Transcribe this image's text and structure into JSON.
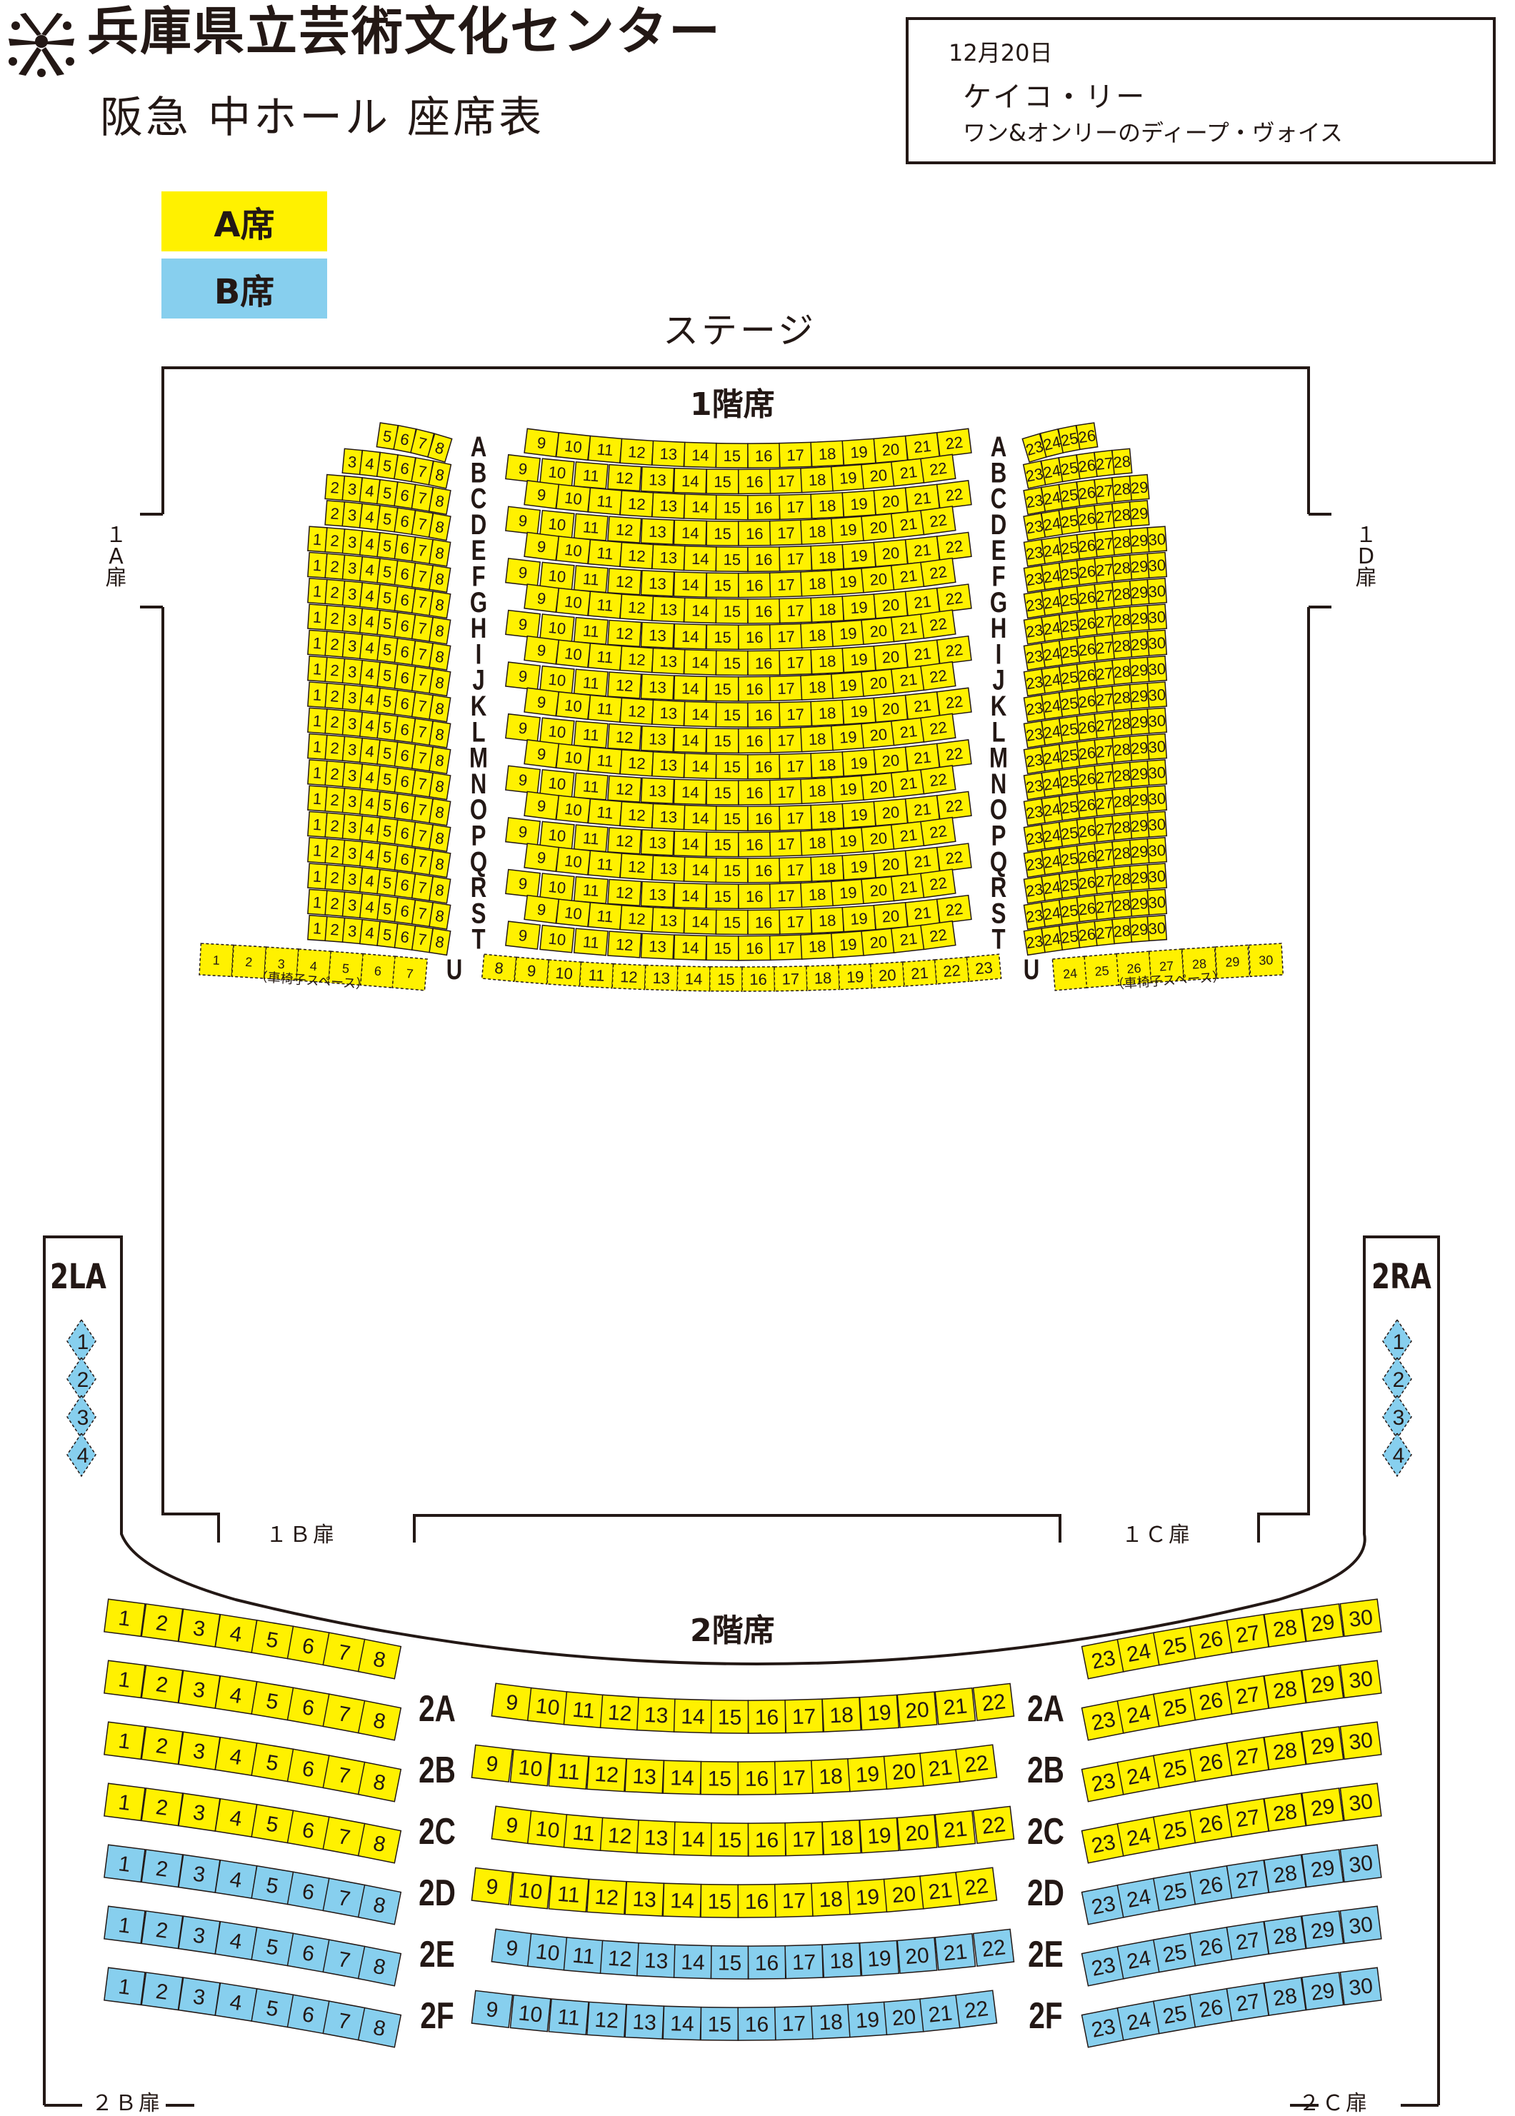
{
  "header": {
    "venue": "兵庫県立芸術文化センター",
    "hall": "阪急 中ホール 座席表"
  },
  "event": {
    "date": "12月20日",
    "artist": "ケイコ・リー",
    "subtitle": "ワン&オンリーのディープ・ヴォイス"
  },
  "legend": {
    "a_seat": "A席",
    "b_seat": "B席",
    "a_color": "#fff100",
    "b_color": "#87cfee"
  },
  "stage": "ステージ",
  "floor1": {
    "title": "1階席",
    "rows": [
      {
        "label": "A",
        "left": [
          "5",
          "6",
          "7",
          "8"
        ],
        "center": [
          "9",
          "10",
          "11",
          "12",
          "13",
          "14",
          "15",
          "16",
          "17",
          "18",
          "19",
          "20",
          "21",
          "22"
        ],
        "right": [
          "23",
          "24",
          "25",
          "26"
        ],
        "cls": "A"
      },
      {
        "label": "B",
        "left": [
          "3",
          "4",
          "5",
          "6",
          "7",
          "8"
        ],
        "center": [
          "9",
          "10",
          "11",
          "12",
          "13",
          "14",
          "15",
          "16",
          "17",
          "18",
          "19",
          "20",
          "21",
          "22"
        ],
        "right": [
          "23",
          "24",
          "25",
          "26",
          "27",
          "28"
        ],
        "cls": "A"
      },
      {
        "label": "C",
        "left": [
          "2",
          "3",
          "4",
          "5",
          "6",
          "7",
          "8"
        ],
        "center": [
          "9",
          "10",
          "11",
          "12",
          "13",
          "14",
          "15",
          "16",
          "17",
          "18",
          "19",
          "20",
          "21",
          "22"
        ],
        "right": [
          "23",
          "24",
          "25",
          "26",
          "27",
          "28",
          "29"
        ],
        "cls": "A"
      },
      {
        "label": "D",
        "left": [
          "2",
          "3",
          "4",
          "5",
          "6",
          "7",
          "8"
        ],
        "center": [
          "9",
          "10",
          "11",
          "12",
          "13",
          "14",
          "15",
          "16",
          "17",
          "18",
          "19",
          "20",
          "21",
          "22"
        ],
        "right": [
          "23",
          "24",
          "25",
          "26",
          "27",
          "28",
          "29"
        ],
        "cls": "A"
      },
      {
        "label": "E",
        "left": [
          "1",
          "2",
          "3",
          "4",
          "5",
          "6",
          "7",
          "8"
        ],
        "center": [
          "9",
          "10",
          "11",
          "12",
          "13",
          "14",
          "15",
          "16",
          "17",
          "18",
          "19",
          "20",
          "21",
          "22"
        ],
        "right": [
          "23",
          "24",
          "25",
          "26",
          "27",
          "28",
          "29",
          "30"
        ],
        "cls": "A"
      },
      {
        "label": "F",
        "left": [
          "1",
          "2",
          "3",
          "4",
          "5",
          "6",
          "7",
          "8"
        ],
        "center": [
          "9",
          "10",
          "11",
          "12",
          "13",
          "14",
          "15",
          "16",
          "17",
          "18",
          "19",
          "20",
          "21",
          "22"
        ],
        "right": [
          "23",
          "24",
          "25",
          "26",
          "27",
          "28",
          "29",
          "30"
        ],
        "cls": "A"
      },
      {
        "label": "G",
        "left": [
          "1",
          "2",
          "3",
          "4",
          "5",
          "6",
          "7",
          "8"
        ],
        "center": [
          "9",
          "10",
          "11",
          "12",
          "13",
          "14",
          "15",
          "16",
          "17",
          "18",
          "19",
          "20",
          "21",
          "22"
        ],
        "right": [
          "23",
          "24",
          "25",
          "26",
          "27",
          "28",
          "29",
          "30"
        ],
        "cls": "A"
      },
      {
        "label": "H",
        "left": [
          "1",
          "2",
          "3",
          "4",
          "5",
          "6",
          "7",
          "8"
        ],
        "center": [
          "9",
          "10",
          "11",
          "12",
          "13",
          "14",
          "15",
          "16",
          "17",
          "18",
          "19",
          "20",
          "21",
          "22"
        ],
        "right": [
          "23",
          "24",
          "25",
          "26",
          "27",
          "28",
          "29",
          "30"
        ],
        "cls": "A"
      },
      {
        "label": "I",
        "left": [
          "1",
          "2",
          "3",
          "4",
          "5",
          "6",
          "7",
          "8"
        ],
        "center": [
          "9",
          "10",
          "11",
          "12",
          "13",
          "14",
          "15",
          "16",
          "17",
          "18",
          "19",
          "20",
          "21",
          "22"
        ],
        "right": [
          "23",
          "24",
          "25",
          "26",
          "27",
          "28",
          "29",
          "30"
        ],
        "cls": "A"
      },
      {
        "label": "J",
        "left": [
          "1",
          "2",
          "3",
          "4",
          "5",
          "6",
          "7",
          "8"
        ],
        "center": [
          "9",
          "10",
          "11",
          "12",
          "13",
          "14",
          "15",
          "16",
          "17",
          "18",
          "19",
          "20",
          "21",
          "22"
        ],
        "right": [
          "23",
          "24",
          "25",
          "26",
          "27",
          "28",
          "29",
          "30"
        ],
        "cls": "A"
      },
      {
        "label": "K",
        "left": [
          "1",
          "2",
          "3",
          "4",
          "5",
          "6",
          "7",
          "8"
        ],
        "center": [
          "9",
          "10",
          "11",
          "12",
          "13",
          "14",
          "15",
          "16",
          "17",
          "18",
          "19",
          "20",
          "21",
          "22"
        ],
        "right": [
          "23",
          "24",
          "25",
          "26",
          "27",
          "28",
          "29",
          "30"
        ],
        "cls": "A"
      },
      {
        "label": "L",
        "left": [
          "1",
          "2",
          "3",
          "4",
          "5",
          "6",
          "7",
          "8"
        ],
        "center": [
          "9",
          "10",
          "11",
          "12",
          "13",
          "14",
          "15",
          "16",
          "17",
          "18",
          "19",
          "20",
          "21",
          "22"
        ],
        "right": [
          "23",
          "24",
          "25",
          "26",
          "27",
          "28",
          "29",
          "30"
        ],
        "cls": "A"
      },
      {
        "label": "M",
        "left": [
          "1",
          "2",
          "3",
          "4",
          "5",
          "6",
          "7",
          "8"
        ],
        "center": [
          "9",
          "10",
          "11",
          "12",
          "13",
          "14",
          "15",
          "16",
          "17",
          "18",
          "19",
          "20",
          "21",
          "22"
        ],
        "right": [
          "23",
          "24",
          "25",
          "26",
          "27",
          "28",
          "29",
          "30"
        ],
        "cls": "A"
      },
      {
        "label": "N",
        "left": [
          "1",
          "2",
          "3",
          "4",
          "5",
          "6",
          "7",
          "8"
        ],
        "center": [
          "9",
          "10",
          "11",
          "12",
          "13",
          "14",
          "15",
          "16",
          "17",
          "18",
          "19",
          "20",
          "21",
          "22"
        ],
        "right": [
          "23",
          "24",
          "25",
          "26",
          "27",
          "28",
          "29",
          "30"
        ],
        "cls": "A"
      },
      {
        "label": "O",
        "left": [
          "1",
          "2",
          "3",
          "4",
          "5",
          "6",
          "7",
          "8"
        ],
        "center": [
          "9",
          "10",
          "11",
          "12",
          "13",
          "14",
          "15",
          "16",
          "17",
          "18",
          "19",
          "20",
          "21",
          "22"
        ],
        "right": [
          "23",
          "24",
          "25",
          "26",
          "27",
          "28",
          "29",
          "30"
        ],
        "cls": "A"
      },
      {
        "label": "P",
        "left": [
          "1",
          "2",
          "3",
          "4",
          "5",
          "6",
          "7",
          "8"
        ],
        "center": [
          "9",
          "10",
          "11",
          "12",
          "13",
          "14",
          "15",
          "16",
          "17",
          "18",
          "19",
          "20",
          "21",
          "22"
        ],
        "right": [
          "23",
          "24",
          "25",
          "26",
          "27",
          "28",
          "29",
          "30"
        ],
        "cls": "A"
      },
      {
        "label": "Q",
        "left": [
          "1",
          "2",
          "3",
          "4",
          "5",
          "6",
          "7",
          "8"
        ],
        "center": [
          "9",
          "10",
          "11",
          "12",
          "13",
          "14",
          "15",
          "16",
          "17",
          "18",
          "19",
          "20",
          "21",
          "22"
        ],
        "right": [
          "23",
          "24",
          "25",
          "26",
          "27",
          "28",
          "29",
          "30"
        ],
        "cls": "A"
      },
      {
        "label": "R",
        "left": [
          "1",
          "2",
          "3",
          "4",
          "5",
          "6",
          "7",
          "8"
        ],
        "center": [
          "9",
          "10",
          "11",
          "12",
          "13",
          "14",
          "15",
          "16",
          "17",
          "18",
          "19",
          "20",
          "21",
          "22"
        ],
        "right": [
          "23",
          "24",
          "25",
          "26",
          "27",
          "28",
          "29",
          "30"
        ],
        "cls": "A"
      },
      {
        "label": "S",
        "left": [
          "1",
          "2",
          "3",
          "4",
          "5",
          "6",
          "7",
          "8"
        ],
        "center": [
          "9",
          "10",
          "11",
          "12",
          "13",
          "14",
          "15",
          "16",
          "17",
          "18",
          "19",
          "20",
          "21",
          "22"
        ],
        "right": [
          "23",
          "24",
          "25",
          "26",
          "27",
          "28",
          "29",
          "30"
        ],
        "cls": "A"
      },
      {
        "label": "T",
        "left": [
          "1",
          "2",
          "3",
          "4",
          "5",
          "6",
          "7",
          "8"
        ],
        "center": [
          "9",
          "10",
          "11",
          "12",
          "13",
          "14",
          "15",
          "16",
          "17",
          "18",
          "19",
          "20",
          "21",
          "22"
        ],
        "right": [
          "23",
          "24",
          "25",
          "26",
          "27",
          "28",
          "29",
          "30"
        ],
        "cls": "A"
      }
    ],
    "row_u": {
      "label": "U",
      "left": [
        "1",
        "2",
        "3",
        "4",
        "5",
        "6",
        "7"
      ],
      "center": [
        "8",
        "9",
        "10",
        "11",
        "12",
        "13",
        "14",
        "15",
        "16",
        "17",
        "18",
        "19",
        "20",
        "21",
        "22",
        "23"
      ],
      "right": [
        "24",
        "25",
        "26",
        "27",
        "28",
        "29",
        "30"
      ],
      "wheelchair_note": "（車椅子スペース）"
    }
  },
  "floor2": {
    "title": "2階席",
    "rows": [
      {
        "label": "",
        "left": [
          "1",
          "2",
          "3",
          "4",
          "5",
          "6",
          "7",
          "8"
        ],
        "center": [],
        "right": [
          "23",
          "24",
          "25",
          "26",
          "27",
          "28",
          "29",
          "30"
        ],
        "cls": "A"
      },
      {
        "label": "2A",
        "left": [
          "1",
          "2",
          "3",
          "4",
          "5",
          "6",
          "7",
          "8"
        ],
        "center": [
          "9",
          "10",
          "11",
          "12",
          "13",
          "14",
          "15",
          "16",
          "17",
          "18",
          "19",
          "20",
          "21",
          "22"
        ],
        "right": [
          "23",
          "24",
          "25",
          "26",
          "27",
          "28",
          "29",
          "30"
        ],
        "cls": "A"
      },
      {
        "label": "2B",
        "left": [
          "1",
          "2",
          "3",
          "4",
          "5",
          "6",
          "7",
          "8"
        ],
        "center": [
          "9",
          "10",
          "11",
          "12",
          "13",
          "14",
          "15",
          "16",
          "17",
          "18",
          "19",
          "20",
          "21",
          "22"
        ],
        "right": [
          "23",
          "24",
          "25",
          "26",
          "27",
          "28",
          "29",
          "30"
        ],
        "cls": "A"
      },
      {
        "label": "2C",
        "left": [
          "1",
          "2",
          "3",
          "4",
          "5",
          "6",
          "7",
          "8"
        ],
        "center": [
          "9",
          "10",
          "11",
          "12",
          "13",
          "14",
          "15",
          "16",
          "17",
          "18",
          "19",
          "20",
          "21",
          "22"
        ],
        "right": [
          "23",
          "24",
          "25",
          "26",
          "27",
          "28",
          "29",
          "30"
        ],
        "cls": "A"
      },
      {
        "label": "2D",
        "left": [
          "1",
          "2",
          "3",
          "4",
          "5",
          "6",
          "7",
          "8"
        ],
        "center": [
          "9",
          "10",
          "11",
          "12",
          "13",
          "14",
          "15",
          "16",
          "17",
          "18",
          "19",
          "20",
          "21",
          "22"
        ],
        "right": [
          "23",
          "24",
          "25",
          "26",
          "27",
          "28",
          "29",
          "30"
        ],
        "cls": "A"
      },
      {
        "label": "2E",
        "left": [
          "1",
          "2",
          "3",
          "4",
          "5",
          "6",
          "7",
          "8"
        ],
        "center": [
          "9",
          "10",
          "11",
          "12",
          "13",
          "14",
          "15",
          "16",
          "17",
          "18",
          "19",
          "20",
          "21",
          "22"
        ],
        "right": [
          "23",
          "24",
          "25",
          "26",
          "27",
          "28",
          "29",
          "30"
        ],
        "cls": "B"
      },
      {
        "label": "2F",
        "left": [
          "1",
          "2",
          "3",
          "4",
          "5",
          "6",
          "7",
          "8"
        ],
        "center": [
          "9",
          "10",
          "11",
          "12",
          "13",
          "14",
          "15",
          "16",
          "17",
          "18",
          "19",
          "20",
          "21",
          "22"
        ],
        "right": [
          "23",
          "24",
          "25",
          "26",
          "27",
          "28",
          "29",
          "30"
        ],
        "cls": "B"
      }
    ],
    "row_2d_left_class": "B",
    "row_2d_right_class": "B"
  },
  "boxes": {
    "left_label": "2LA",
    "right_label": "2RA",
    "left_seats": [
      "1",
      "2",
      "3",
      "4"
    ],
    "right_seats": [
      "1",
      "2",
      "3",
      "4"
    ]
  },
  "doors": {
    "d1a": [
      "１",
      "A",
      "扉"
    ],
    "d1d": [
      "１",
      "D",
      "扉"
    ],
    "d1b": "１Ｂ扉",
    "d1c": "１Ｃ扉",
    "d2b": "２Ｂ扉",
    "d2c": "２Ｃ扉"
  }
}
